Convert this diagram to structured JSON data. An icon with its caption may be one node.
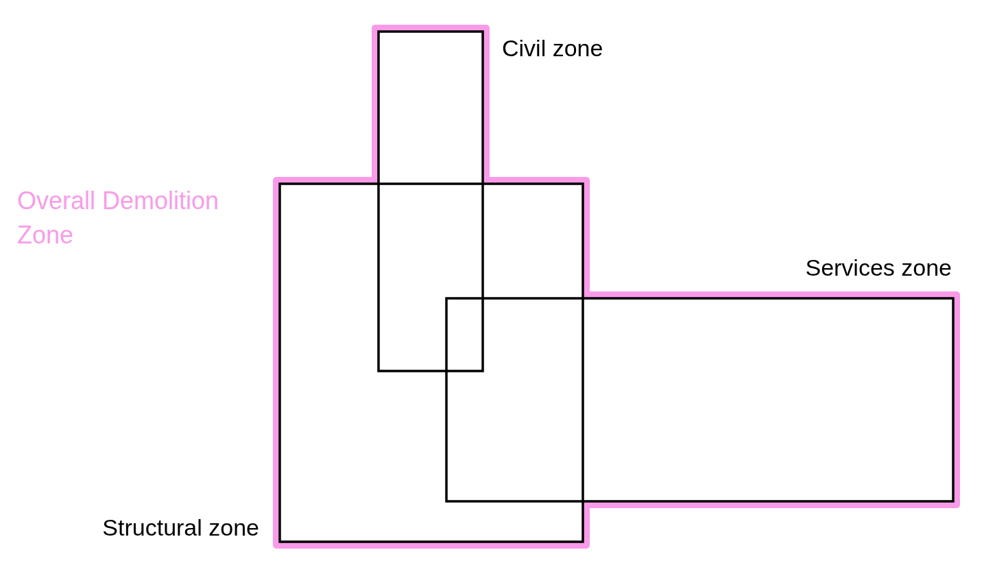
{
  "diagram": {
    "nodes": [
      {
        "text": [
          "Overall Demolition Zone"
        ]
      },
      {
        "text": [
          "Civil zone"
        ],
        "in": 0
      },
      {
        "text": [
          "Structural zone"
        ],
        "in": 0
      },
      {
        "text": [
          "Services zone"
        ],
        "in": 0
      }
    ]
  }
}
